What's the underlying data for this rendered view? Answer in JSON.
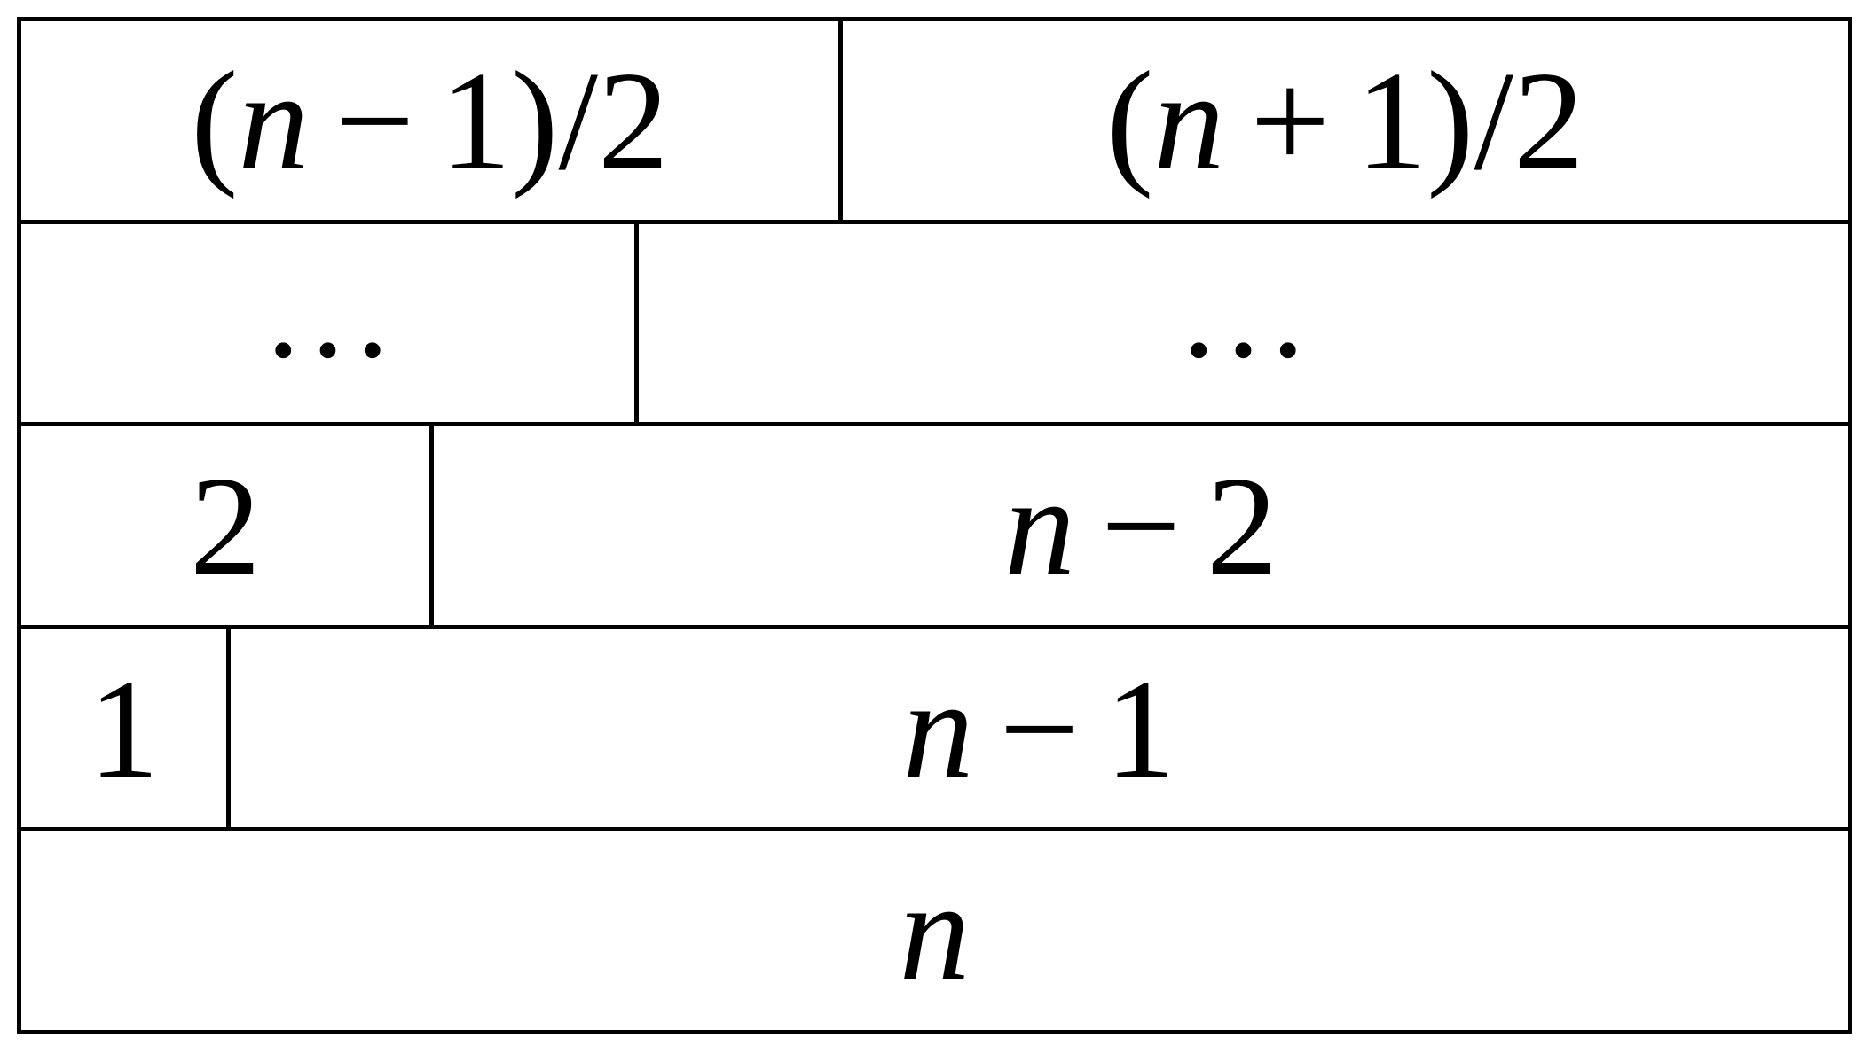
{
  "diagram": {
    "rows": [
      {
        "left": "(n − 1)/2",
        "right": "(n + 1)/2"
      },
      {
        "left": "…",
        "right": "…"
      },
      {
        "left": "2",
        "right": "n − 2"
      },
      {
        "left": "1",
        "right": "n − 1"
      },
      {
        "full": "n"
      }
    ]
  }
}
